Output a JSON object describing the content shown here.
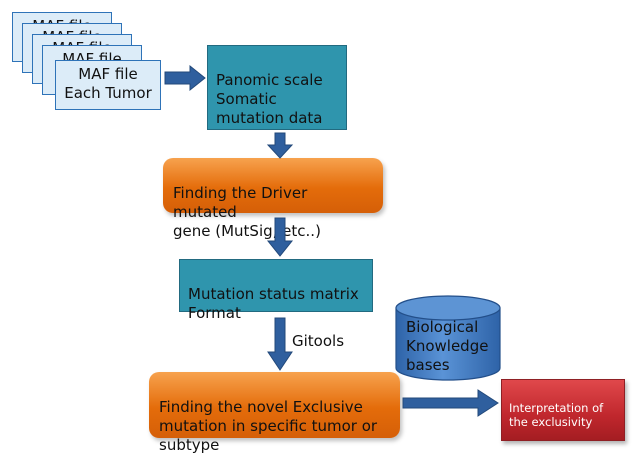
{
  "maf_stack": {
    "back_labels": [
      "MAF file",
      "MAF file",
      "MAF file",
      "MAF file"
    ],
    "front_label": "MAF file\nEach Tumor"
  },
  "nodes": {
    "pancancer": "Panomic scale\nSomatic\nmutation data",
    "driver": "Finding the Driver mutated\ngene (MutSig, etc..)",
    "matrix": "Mutation status matrix\nFormat",
    "exclusive": "Finding the novel Exclusive\nmutation in specific tumor or\nsubtype",
    "interpretation": "Interpretation of\nthe exclusivity",
    "knowledge": "Biological\nKnowledge\nbases"
  },
  "edge_labels": {
    "gitools": "Gitools"
  },
  "colors": {
    "teal": "#2f95ad",
    "orange": "#e46c0a",
    "red": "#c0272d",
    "arrow": "#2f5f9e",
    "cylinder": "#3c78bf",
    "maf_fill": "#dcecf8"
  }
}
